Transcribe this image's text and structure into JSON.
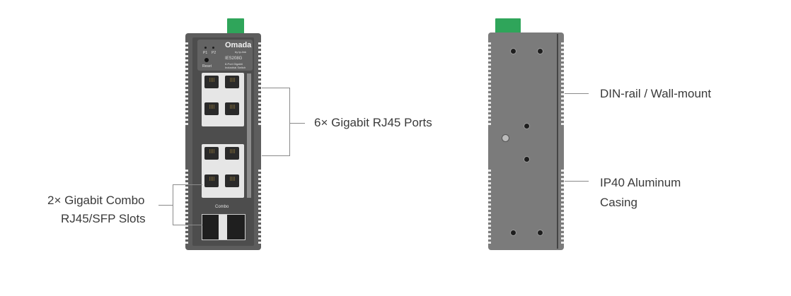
{
  "front_device": {
    "brand": "Omada",
    "sub_brand": "by tp-link",
    "model": "IES208G",
    "description_line1": "8-Port Gigabit",
    "description_line2": "Industrial Switch",
    "led_p1": "P1",
    "led_p2": "P2",
    "reset_label": "Reset",
    "combo_label": "Combo"
  },
  "callouts": {
    "rj45_ports": "6× Gigabit RJ45 Ports",
    "combo_line1": "2× Gigabit Combo",
    "combo_line2": "RJ45/SFP Slots",
    "din_rail": "DIN-rail / Wall-mount",
    "casing_line1": "IP40 Aluminum",
    "casing_line2": "Casing"
  },
  "colors": {
    "terminal_green": "#2fa55a",
    "body_dark": "#5d5d5d",
    "side_body": "#7b7b7b"
  }
}
